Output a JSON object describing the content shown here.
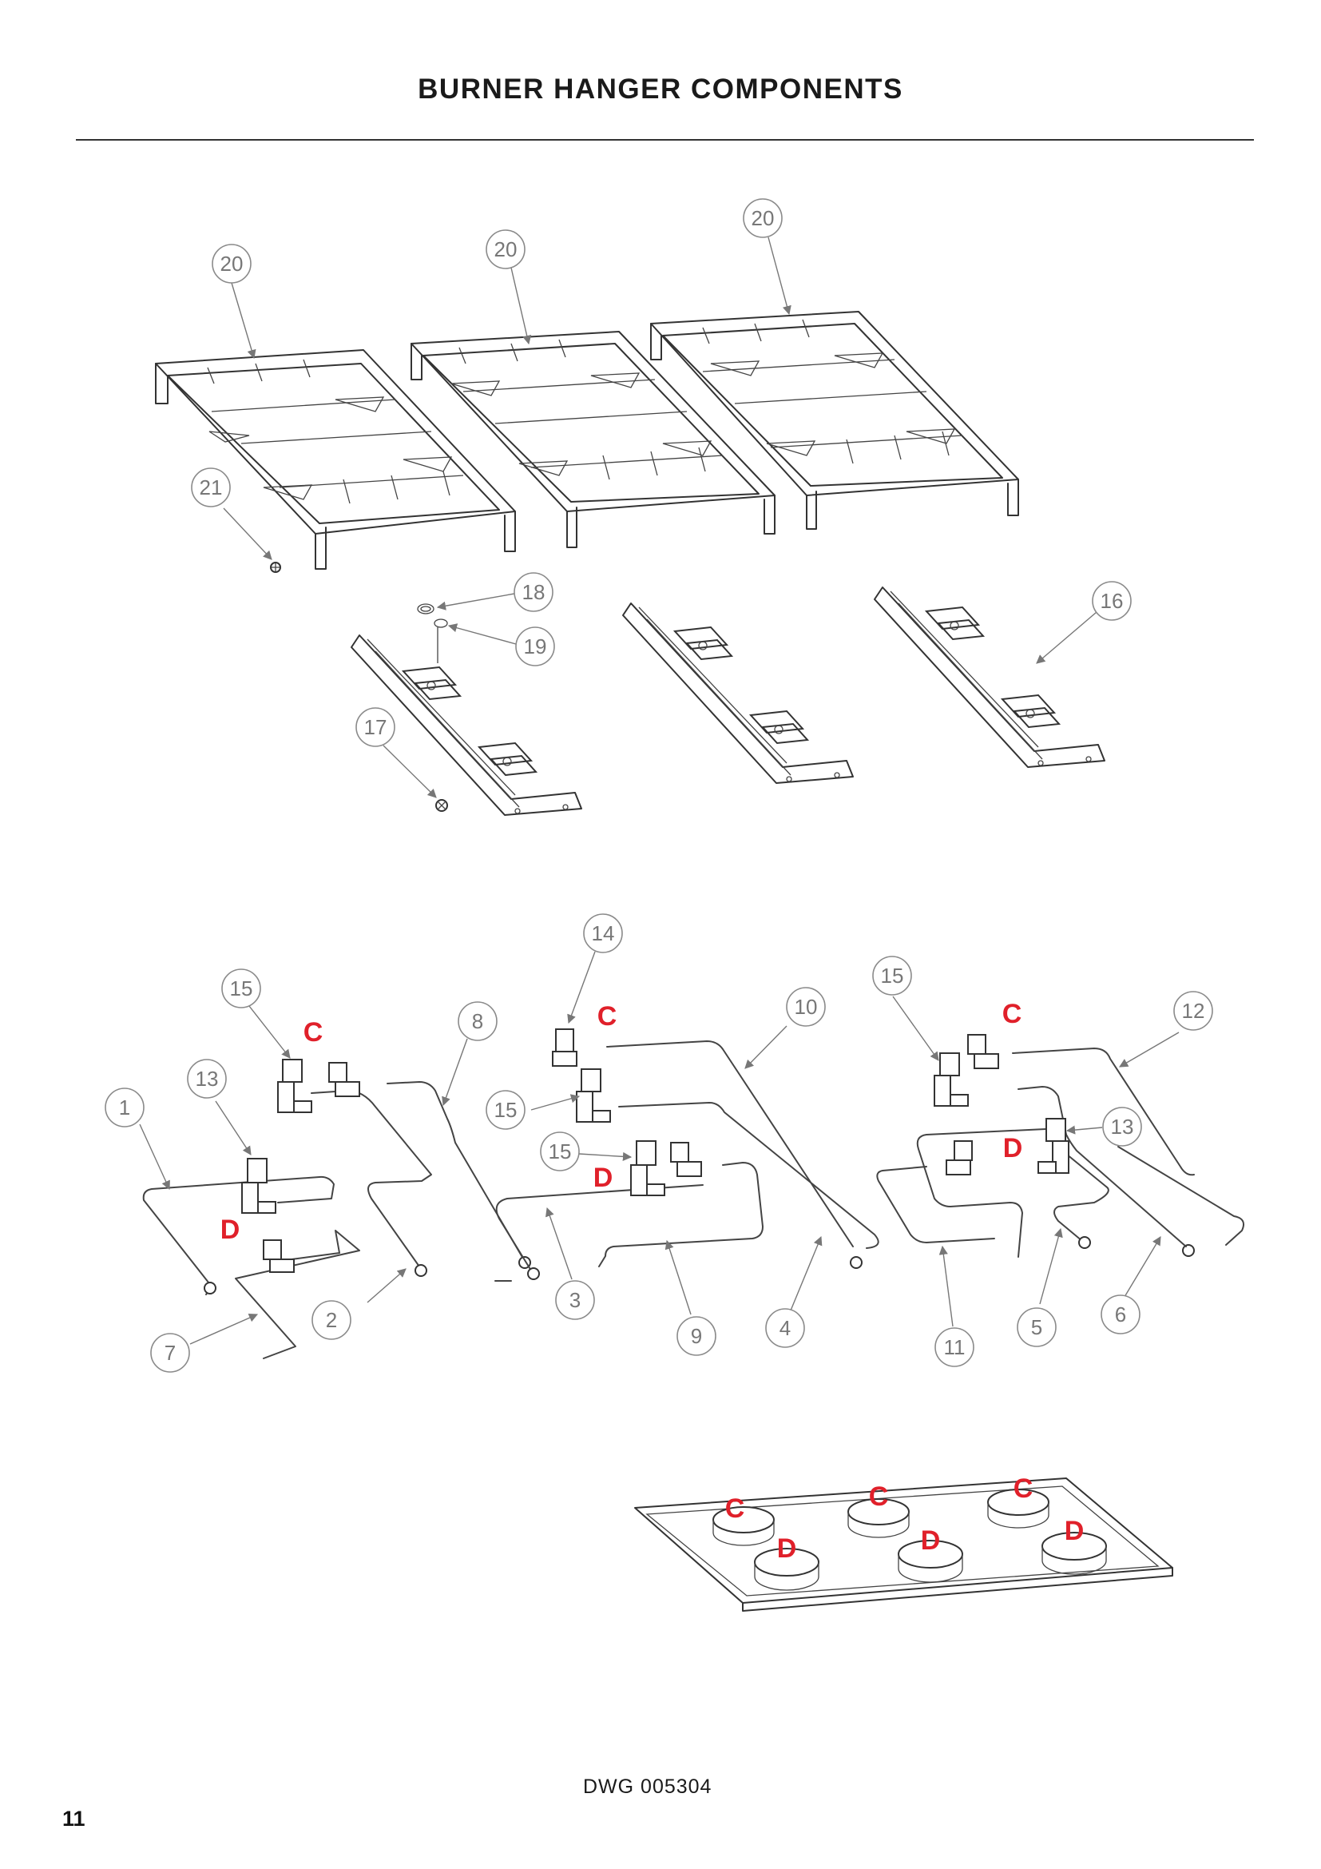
{
  "page": {
    "title": "BURNER HANGER COMPONENTS",
    "drawing_number": "DWG 005304",
    "page_number": "11"
  },
  "colors": {
    "marker": "#e0202a",
    "callout": "#777777",
    "line": "#333333"
  },
  "callouts": [
    "20",
    "20",
    "20",
    "21",
    "18",
    "19",
    "17",
    "16",
    "14",
    "15",
    "15",
    "15",
    "15",
    "13",
    "13",
    "8",
    "10",
    "12",
    "1",
    "2",
    "3",
    "4",
    "5",
    "6",
    "7",
    "9",
    "11"
  ],
  "markers": {
    "c": "C",
    "d": "D"
  }
}
